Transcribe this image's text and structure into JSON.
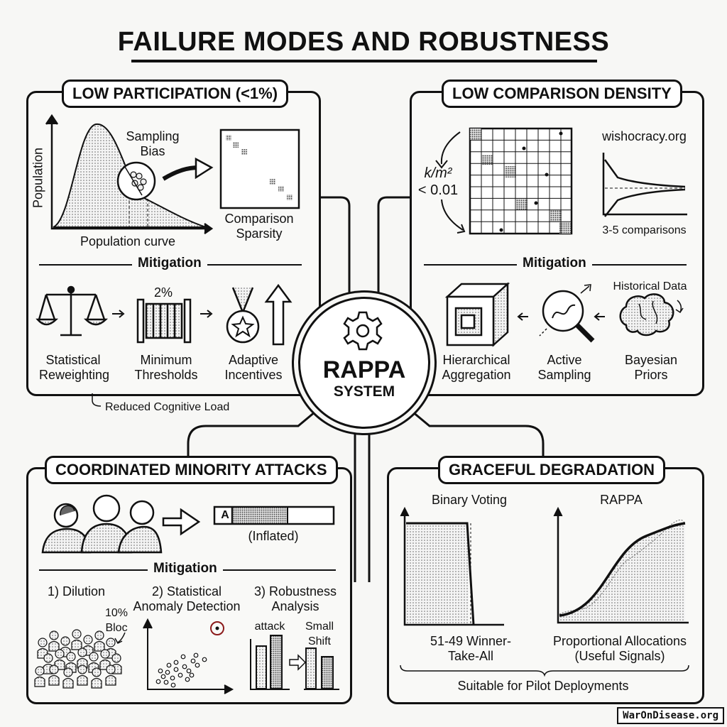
{
  "title": "FAILURE MODES AND ROBUSTNESS",
  "center": {
    "line1": "RAPPA",
    "line2": "SYSTEM"
  },
  "mitigation_label": "Mitigation",
  "footer": "WarOnDisease.org",
  "panels": {
    "low_participation": {
      "heading": "LOW PARTICIPATION (<1%)",
      "y_axis": "Population",
      "curve_label": "Population curve",
      "bias_label": "Sampling Bias",
      "sparsity_label": "Comparison Sparsity",
      "threshold_value": "2%",
      "mitigations": [
        "Statistical Reweighting",
        "Minimum Thresholds",
        "Adaptive Incentives"
      ],
      "note": "Reduced Cognitive Load"
    },
    "low_comparison_density": {
      "heading": "LOW COMPARISON DENSITY",
      "ratio": "k/m²",
      "ratio_value": "< 0.01",
      "site": "wishocracy.org",
      "comparisons": "3-5 comparisons",
      "historical": "Historical Data",
      "mitigations": [
        "Hierarchical Aggregation",
        "Active Sampling",
        "Bayesian Priors"
      ]
    },
    "coordinated_attacks": {
      "heading": "COORDINATED MINORITY ATTACKS",
      "bar_letter": "A",
      "inflated": "(Inflated)",
      "mitigations": [
        "1) Dilution",
        "2) Statistical Anomaly Detection",
        "3) Robustness Analysis"
      ],
      "bloc": "10% Bloc",
      "attack": "attack",
      "small_shift": "Small Shift"
    },
    "graceful_degradation": {
      "heading": "GRACEFUL DEGRADATION",
      "left_title": "Binary Voting",
      "left_caption": "51-49 Winner-Take-All",
      "right_title": "RAPPA",
      "right_caption": "Proportional Allocations (Useful Signals)",
      "summary": "Suitable for Pilot Deployments"
    }
  }
}
